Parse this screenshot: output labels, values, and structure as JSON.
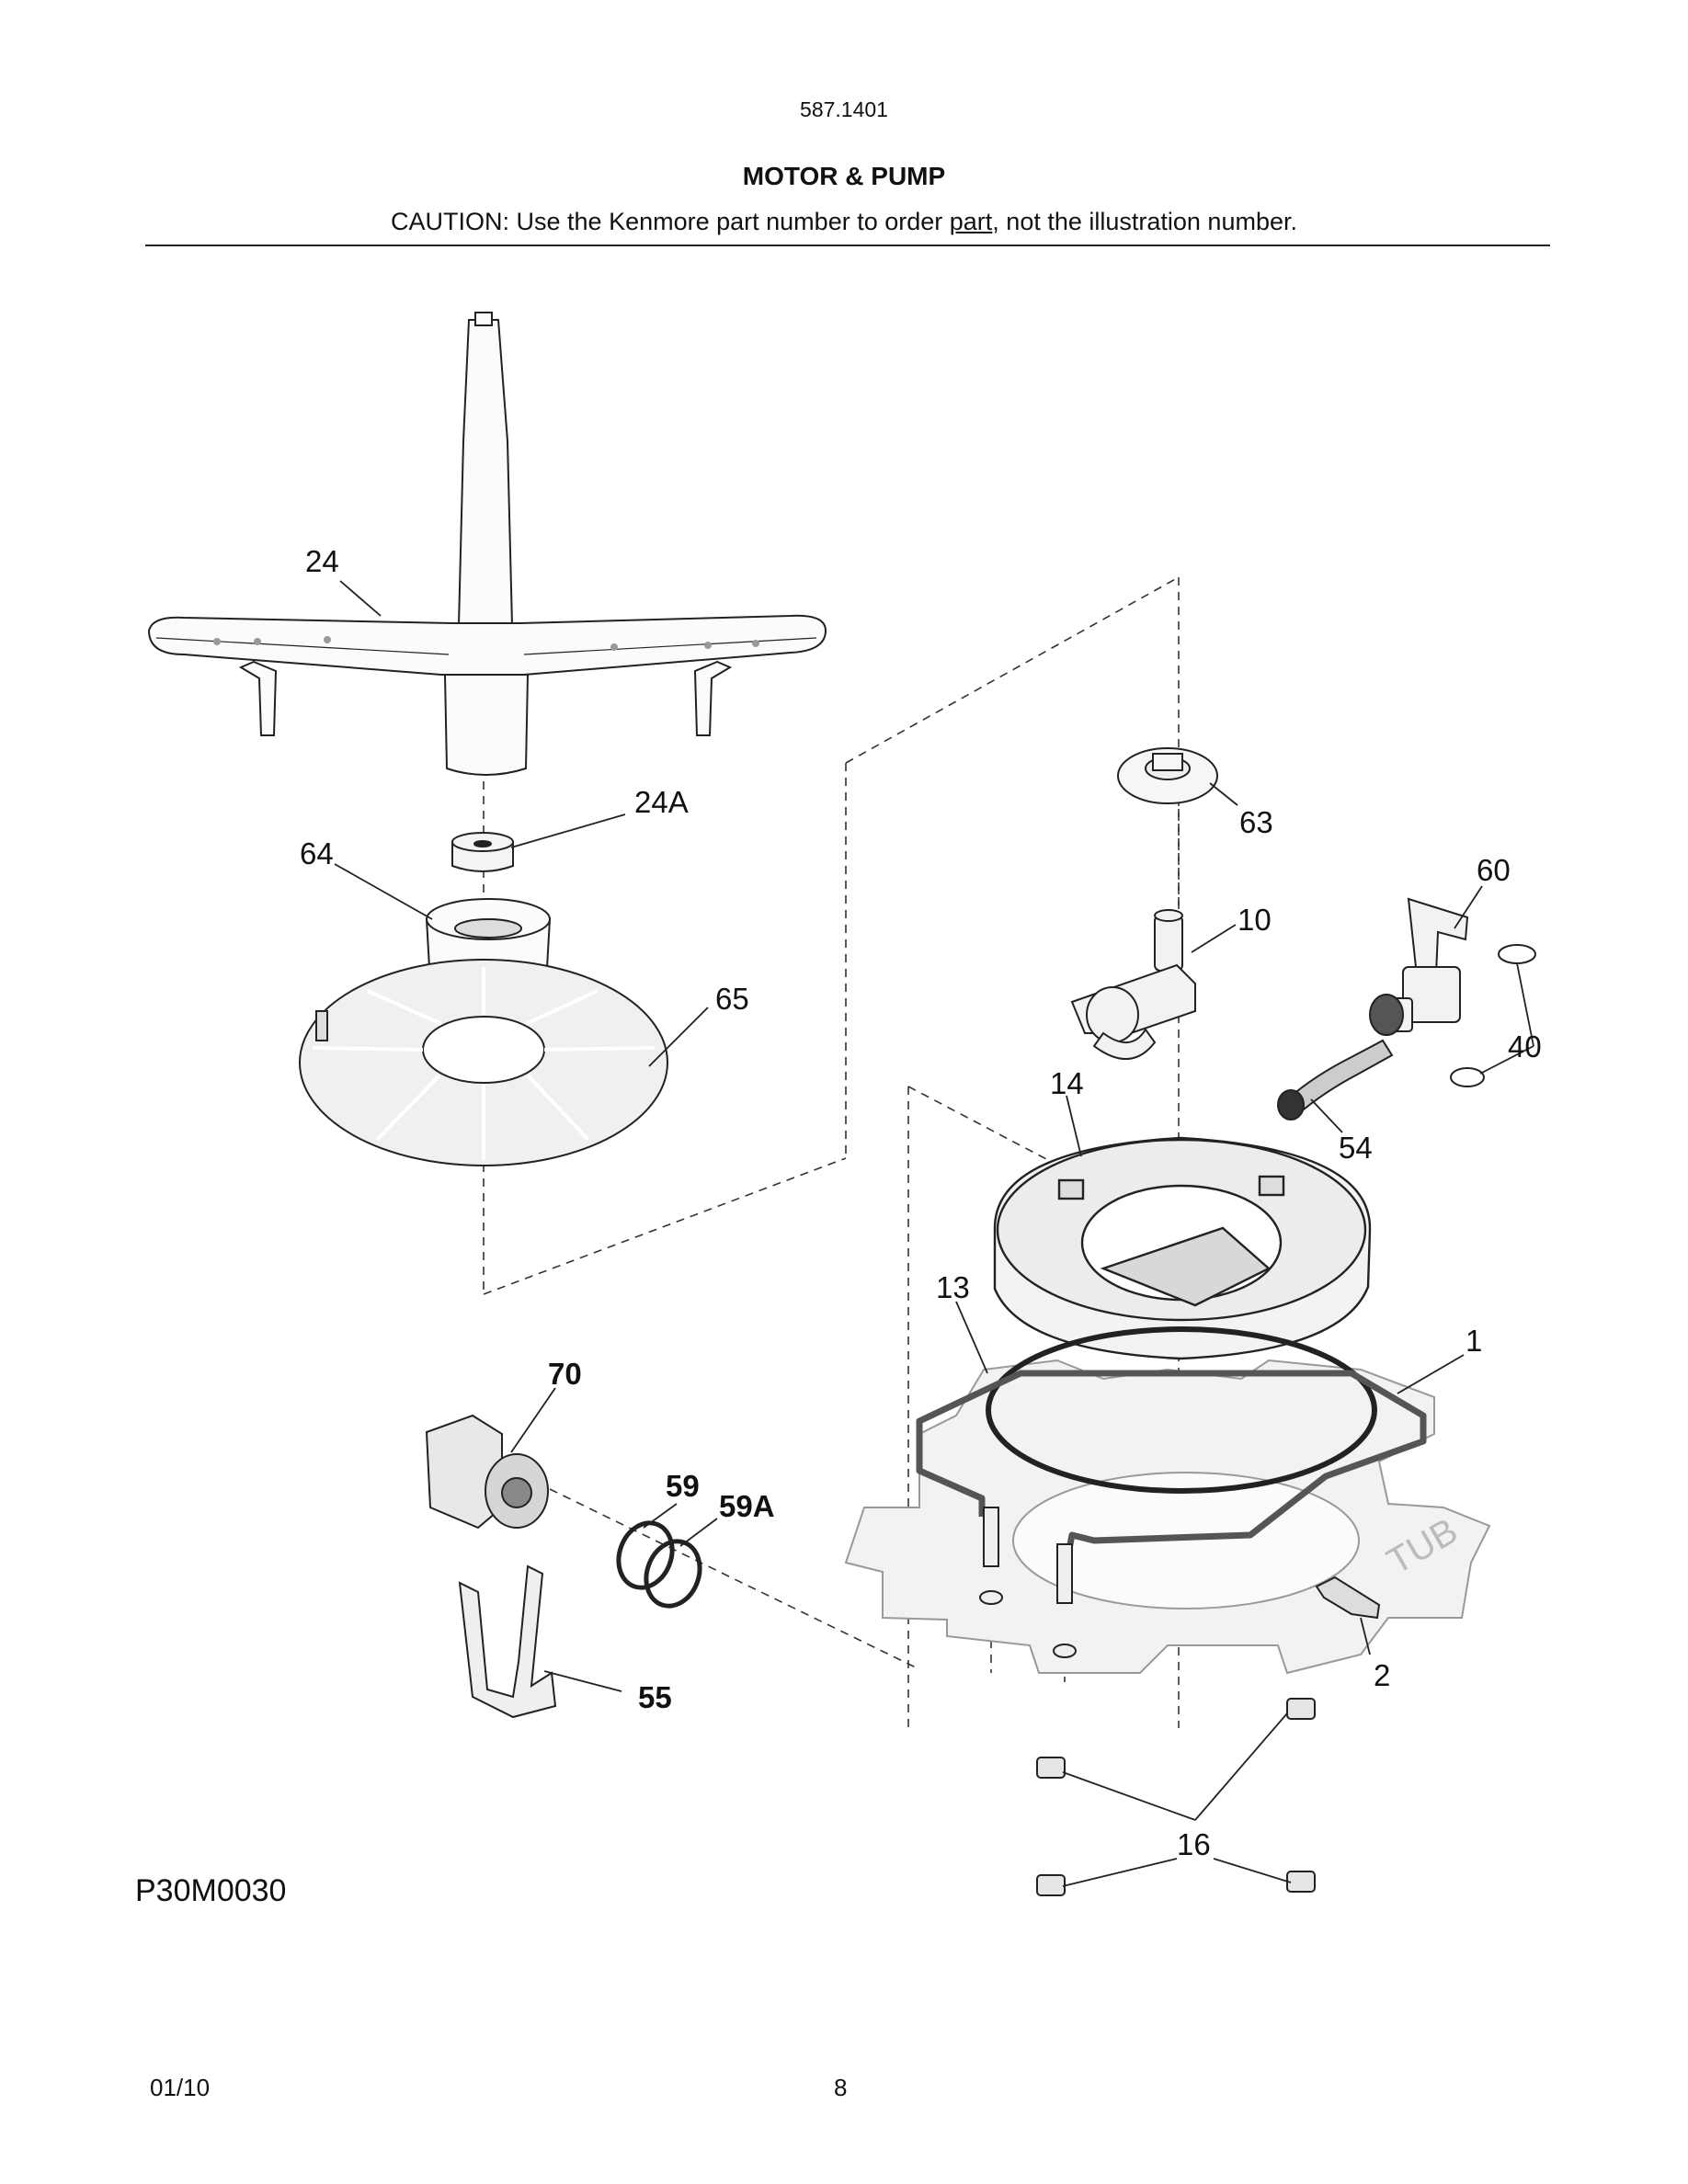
{
  "header": {
    "model_number": "587.1401",
    "section_title": "MOTOR & PUMP",
    "caution_prefix": "CAUTION: Use the Kenmore part number to order ",
    "caution_underlined": "part",
    "caution_suffix": ", not the illustration number."
  },
  "callouts": [
    {
      "id": "24",
      "bold": false
    },
    {
      "id": "24A",
      "bold": false
    },
    {
      "id": "64",
      "bold": false
    },
    {
      "id": "65",
      "bold": false
    },
    {
      "id": "63",
      "bold": false
    },
    {
      "id": "60",
      "bold": false
    },
    {
      "id": "10",
      "bold": false
    },
    {
      "id": "40",
      "bold": false
    },
    {
      "id": "14",
      "bold": false
    },
    {
      "id": "54",
      "bold": false
    },
    {
      "id": "13",
      "bold": false
    },
    {
      "id": "1",
      "bold": false
    },
    {
      "id": "70",
      "bold": true
    },
    {
      "id": "59",
      "bold": true
    },
    {
      "id": "59A",
      "bold": true
    },
    {
      "id": "55",
      "bold": true
    },
    {
      "id": "2",
      "bold": false
    },
    {
      "id": "16",
      "bold": false
    }
  ],
  "tub_label": "TUB",
  "illustration_code": "P30M0030",
  "footer": {
    "date": "01/10",
    "page_number": "8"
  }
}
